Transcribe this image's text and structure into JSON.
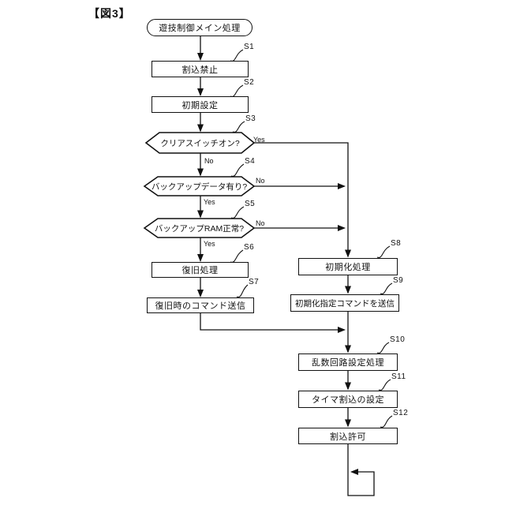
{
  "figure_label": "【図3】",
  "flowchart": {
    "start": {
      "label": "遊技制御メイン処理"
    },
    "nodes": [
      {
        "step": "S1",
        "type": "process",
        "label": "割込禁止"
      },
      {
        "step": "S2",
        "type": "process",
        "label": "初期設定"
      },
      {
        "step": "S3",
        "type": "decision",
        "label": "クリアスイッチオン?",
        "yes": "Yes",
        "no": "No"
      },
      {
        "step": "S4",
        "type": "decision",
        "label": "バックアップデータ有り?",
        "yes": "Yes",
        "no": "No"
      },
      {
        "step": "S5",
        "type": "decision",
        "label": "バックアップRAM正常?",
        "yes": "Yes",
        "no": "No"
      },
      {
        "step": "S6",
        "type": "process",
        "label": "復旧処理"
      },
      {
        "step": "S7",
        "type": "process",
        "label": "復旧時のコマンド送信"
      },
      {
        "step": "S8",
        "type": "process",
        "label": "初期化処理"
      },
      {
        "step": "S9",
        "type": "process",
        "label": "初期化指定コマンドを送信"
      },
      {
        "step": "S10",
        "type": "process",
        "label": "乱数回路設定処理"
      },
      {
        "step": "S11",
        "type": "process",
        "label": "タイマ割込の設定"
      },
      {
        "step": "S12",
        "type": "process",
        "label": "割込許可"
      }
    ],
    "line_color": "#111111"
  }
}
